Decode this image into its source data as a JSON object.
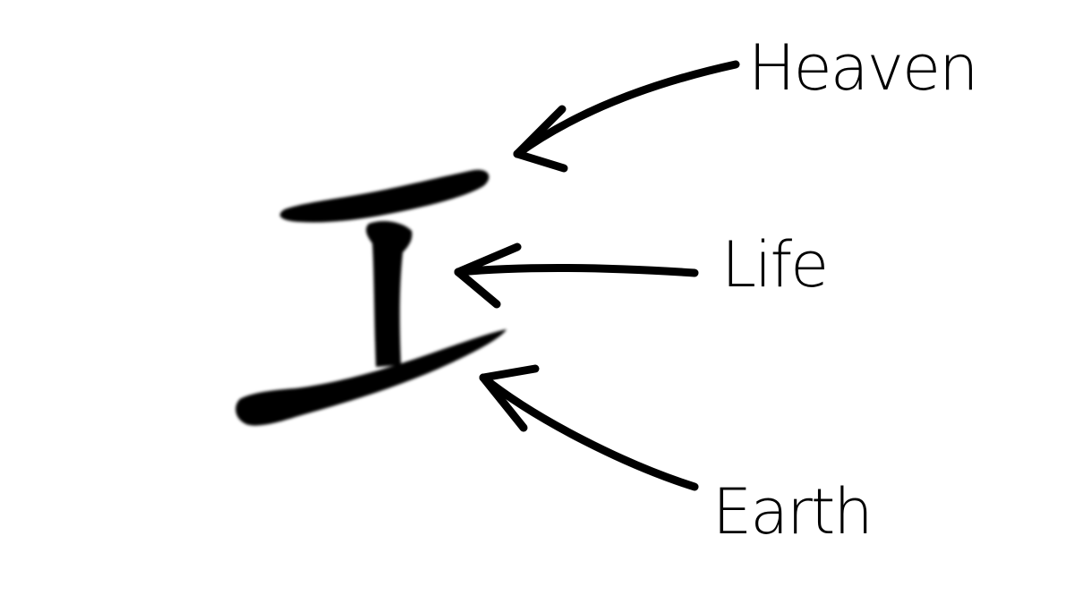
{
  "labels": {
    "heaven": "Heaven",
    "life": "Life",
    "earth": "Earth"
  },
  "character": {
    "strokes": [
      "top-stroke",
      "vertical-stroke",
      "bottom-stroke"
    ]
  },
  "colors": {
    "ink": "#000000",
    "background": "#ffffff"
  }
}
